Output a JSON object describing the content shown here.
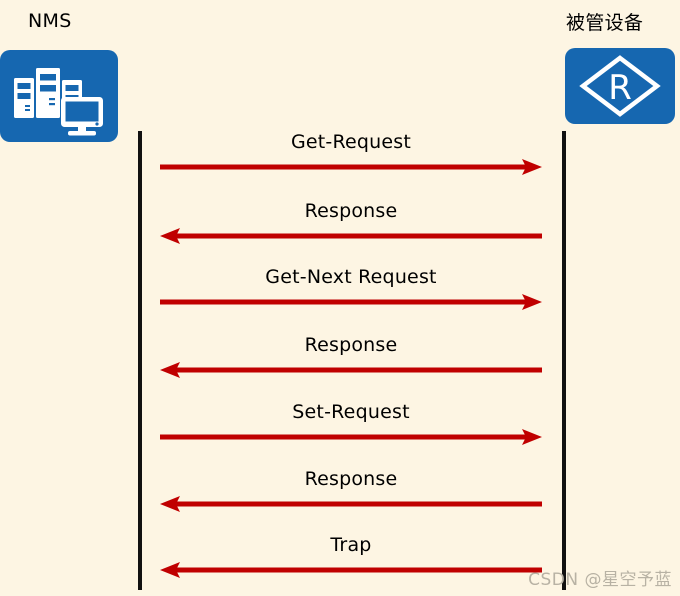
{
  "diagram": {
    "title": "SNMP message exchange between NMS and managed device",
    "background_color": "#fdf5e3",
    "accent_color": "#1667b0",
    "arrow_color": "#c00000",
    "lifeline_color": "#111111"
  },
  "actors": [
    {
      "id": "nms",
      "label": "NMS",
      "icon": "server-cluster-icon",
      "side": "left"
    },
    {
      "id": "device",
      "label": "被管设备",
      "icon": "router-icon",
      "icon_text": "R",
      "side": "right"
    }
  ],
  "messages": [
    {
      "label": "Get-Request",
      "direction": "right",
      "from": "nms",
      "to": "device"
    },
    {
      "label": "Response",
      "direction": "left",
      "from": "device",
      "to": "nms"
    },
    {
      "label": "Get-Next Request",
      "direction": "right",
      "from": "nms",
      "to": "device"
    },
    {
      "label": "Response",
      "direction": "left",
      "from": "device",
      "to": "nms"
    },
    {
      "label": "Set-Request",
      "direction": "right",
      "from": "nms",
      "to": "device"
    },
    {
      "label": "Response",
      "direction": "left",
      "from": "device",
      "to": "nms"
    },
    {
      "label": "Trap",
      "direction": "left",
      "from": "device",
      "to": "nms"
    }
  ],
  "watermark": {
    "text": "CSDN @星空予蓝"
  }
}
